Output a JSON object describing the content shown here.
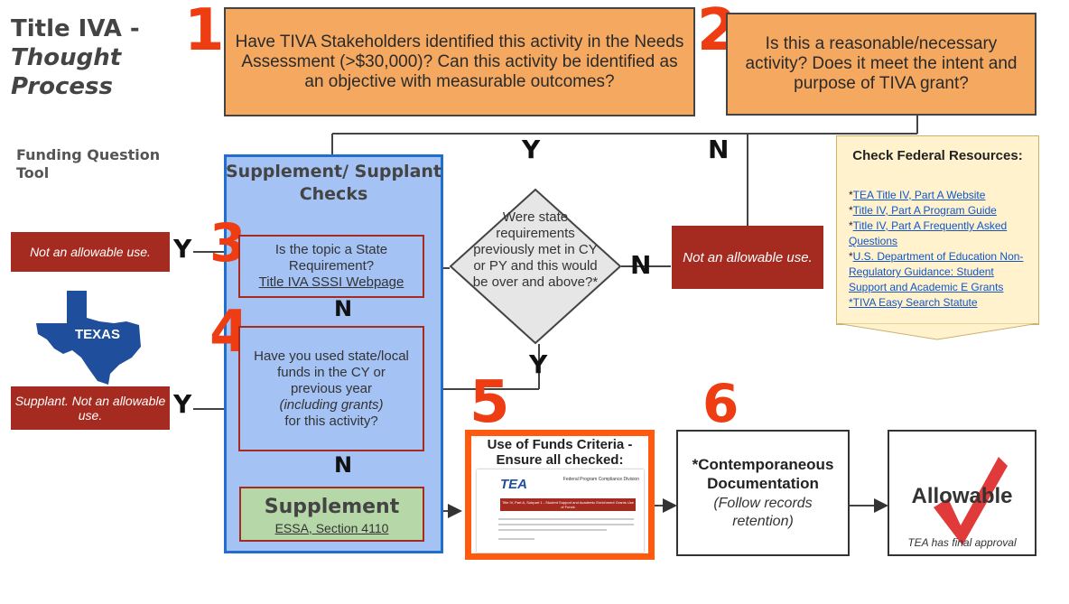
{
  "title": {
    "line1": "Title IVA -",
    "line2": "Thought",
    "line3": "Process"
  },
  "funding_question_tool": "Funding Question Tool",
  "step_numbers": [
    "1",
    "2",
    "3",
    "4",
    "5",
    "6"
  ],
  "box1": {
    "text": "Have TIVA Stakeholders identified this activity in the Needs Assessment (>$30,000)? Can this activity be identified as an objective with measurable outcomes?"
  },
  "box2": {
    "text": "Is this a reasonable/necessary activity? Does it meet the  intent and purpose of TIVA grant?"
  },
  "yes_label": "Y",
  "no_label": "N",
  "supplement_checks": {
    "title": "Supplement/ Supplant Checks",
    "q3_text": "Is the topic a State Requirement?",
    "q3_link": "Title IVA SSSI Webpage",
    "q4_line1": "Have you used state/local funds in the CY or previous year",
    "q4_italic": "(including grants)",
    "q4_line2": "for this activity?",
    "supplement_label": "Supplement",
    "supplement_link": "ESSA, Section 4110"
  },
  "not_allowable_left": "Not an allowable use.",
  "supplant_not_allowable": "Supplant. Not an allowable use.",
  "texas_label": "TEXAS",
  "diamond_text": "Were state requirements previously met in CY or PY and this would be over and above?*",
  "not_allowable_right": "Not an allowable use.",
  "federal_resources": {
    "title": "Check Federal Resources:",
    "items": [
      {
        "prefix": "*",
        "text": "TEA Title IV, Part A Website"
      },
      {
        "prefix": "*",
        "text": "Title IV, Part A Program Guide"
      },
      {
        "prefix": "*",
        "text": "Title IV, Part A Frequently Asked Questions"
      },
      {
        "prefix": "*",
        "text": "U.S. Department of Education Non-Regulatory Guidance: Student Support and Academic E Grants"
      },
      {
        "prefix": "",
        "text": "*TIVA Easy Search Statute"
      }
    ]
  },
  "use_of_funds": {
    "title": "Use of Funds Criteria - Ensure all checked:",
    "doc_logo": "TEA",
    "doc_header": "Federal Program Compliance Division",
    "doc_banner": "Title IV, Part A, Subpart 1 - Student Support and Academic Enrichment Grants Use of Funds"
  },
  "contemporaneous": {
    "prefix": "*",
    "title": "Contemporaneous Documentation",
    "note": "(Follow records retention)"
  },
  "allowable": {
    "label": "Allowable",
    "note": "TEA has final approval"
  },
  "colors": {
    "orange_box": "#f5a960",
    "step_number": "#ee3d12",
    "not_allowable_red": "#a52a20",
    "supplement_blue": "#a4c2f4",
    "supplement_border": "#1f6fd0",
    "supplement_green": "#b6d7a8",
    "federal_yellow": "#fff2cc",
    "funds_orange_border": "#ff5a0d",
    "texas_blue": "#1f4e9c",
    "check_red": "#e03a3a"
  }
}
